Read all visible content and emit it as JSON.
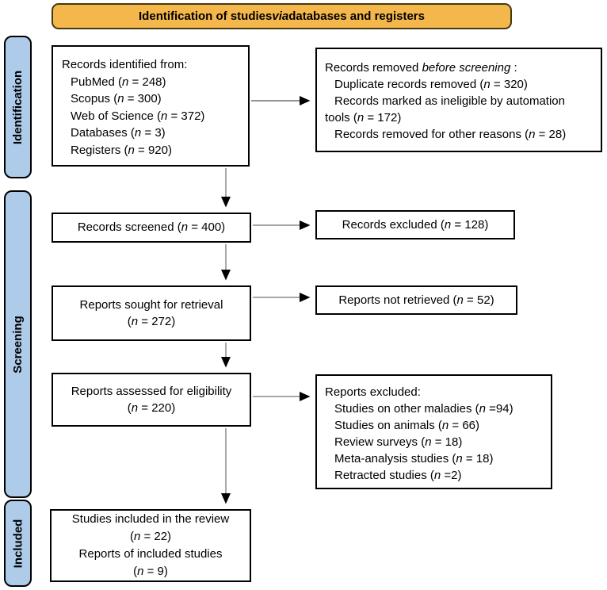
{
  "banner": {
    "text": "Identification of studies *via* databases and registers"
  },
  "stages": [
    {
      "label": "Identification"
    },
    {
      "label": "Screening"
    },
    {
      "label": "Included"
    }
  ],
  "boxes": {
    "records_identified": {
      "lines": [
        "Records identified from:",
        "PubMed (*n* = 248)",
        "Scopus (*n* = 300)",
        "Web of Science (*n* = 372)",
        "Databases (*n* = 3)",
        "Registers (*n* = 920)"
      ]
    },
    "records_removed": {
      "lines": [
        "Records removed *before screening* :",
        "Duplicate records removed  (*n* = 320)",
        "Records marked as ineligible by automation tools (*n* = 172)",
        "Records removed for other reasons (*n* = 28)"
      ]
    },
    "records_screened": {
      "text": "Records screened (*n* = 400)"
    },
    "records_excluded": {
      "text": "Records excluded (*n* = 128)"
    },
    "reports_sought": {
      "lines": [
        "Reports sought for retrieval",
        "(*n* = 272)"
      ]
    },
    "reports_not_retrieved": {
      "text": "Reports not retrieved (*n* = 52)"
    },
    "reports_assessed": {
      "lines": [
        "Reports assessed for eligibility",
        "(*n* = 220)"
      ]
    },
    "reports_excluded": {
      "lines": [
        "Reports excluded:",
        "Studies on other maladies (*n* =94)",
        "Studies on animals (*n* = 66)",
        "Review surveys (*n* = 18)",
        "Meta-analysis studies (*n* = 18)",
        "Retracted studies (*n* =2)"
      ]
    },
    "studies_included": {
      "lines": [
        "Studies included in the review",
        "(*n* = 22)",
        "Reports of included studies",
        "(*n* = 9)"
      ]
    }
  },
  "colors": {
    "banner_fill": "#F3B74B",
    "banner_border": "#45390F",
    "stage_fill": "#AECBEA",
    "box_border": "#000000",
    "arrow_line": "#8A8A8A",
    "arrow_head": "#000000"
  }
}
